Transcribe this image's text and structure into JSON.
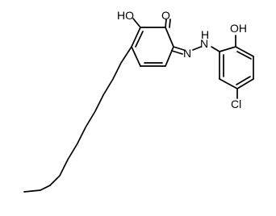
{
  "molecule": {
    "labels": {
      "ho_left": "HO",
      "o_ketone": "O",
      "n_imine": "N",
      "n_hydrazo": "N",
      "h_hydrazo": "H",
      "oh_right": "OH",
      "cl": "Cl"
    },
    "colors": {
      "bond": "#000000",
      "text": "#000000",
      "background": "#ffffff"
    }
  }
}
